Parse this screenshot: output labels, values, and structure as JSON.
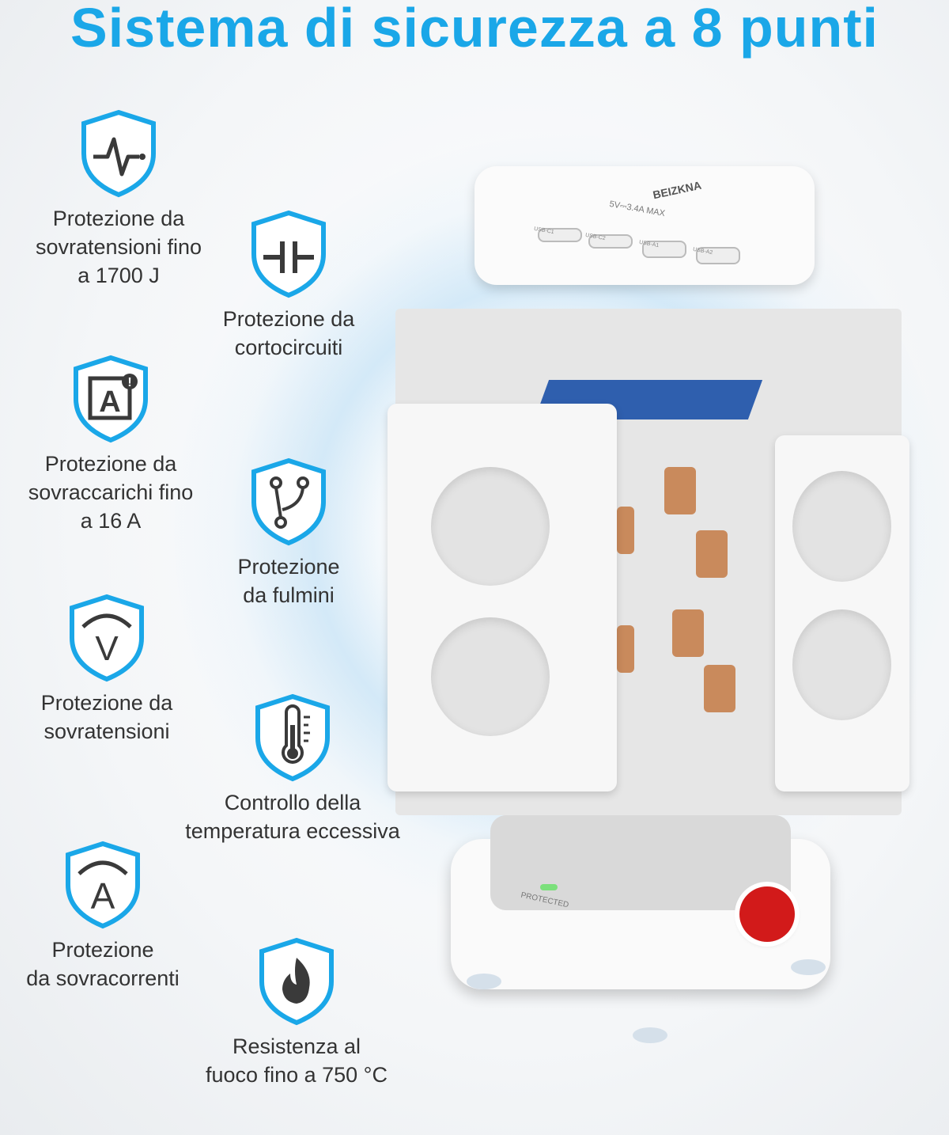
{
  "title": "Sistema di sicurezza a 8 punti",
  "colors": {
    "accent": "#1aa7e8",
    "shield_outline": "#1aa7e8",
    "icon_dark": "#3a3a3a",
    "switch_red": "#d21a1a"
  },
  "features": [
    {
      "icon": "pulse-wave-icon",
      "label": "Protezione da\nsovratensioni fino\na 1700 J"
    },
    {
      "icon": "capacitor-icon",
      "label": "Protezione da\ncortocircuiti"
    },
    {
      "icon": "overload-a-icon",
      "label": "Protezione da\nsovraccarichi fino\na 16 A"
    },
    {
      "icon": "branch-icon",
      "label": "Protezione\nda fulmini"
    },
    {
      "icon": "voltage-v-icon",
      "label": "Protezione da\nsovratensioni"
    },
    {
      "icon": "thermometer-icon",
      "label": "Controllo della\ntemperatura eccessiva"
    },
    {
      "icon": "current-a-icon",
      "label": "Protezione\nda sovracorrenti"
    },
    {
      "icon": "flame-icon",
      "label": "Resistenza al\nfuoco fino a 750 °C"
    }
  ],
  "product": {
    "brand": "BEIZKNA",
    "usb_rating": "5V⎓3.4A MAX",
    "usb_ports": [
      "USB-C1",
      "USB-C2",
      "USB-A1",
      "USB-A2"
    ],
    "led_label": "PROTECTED"
  }
}
